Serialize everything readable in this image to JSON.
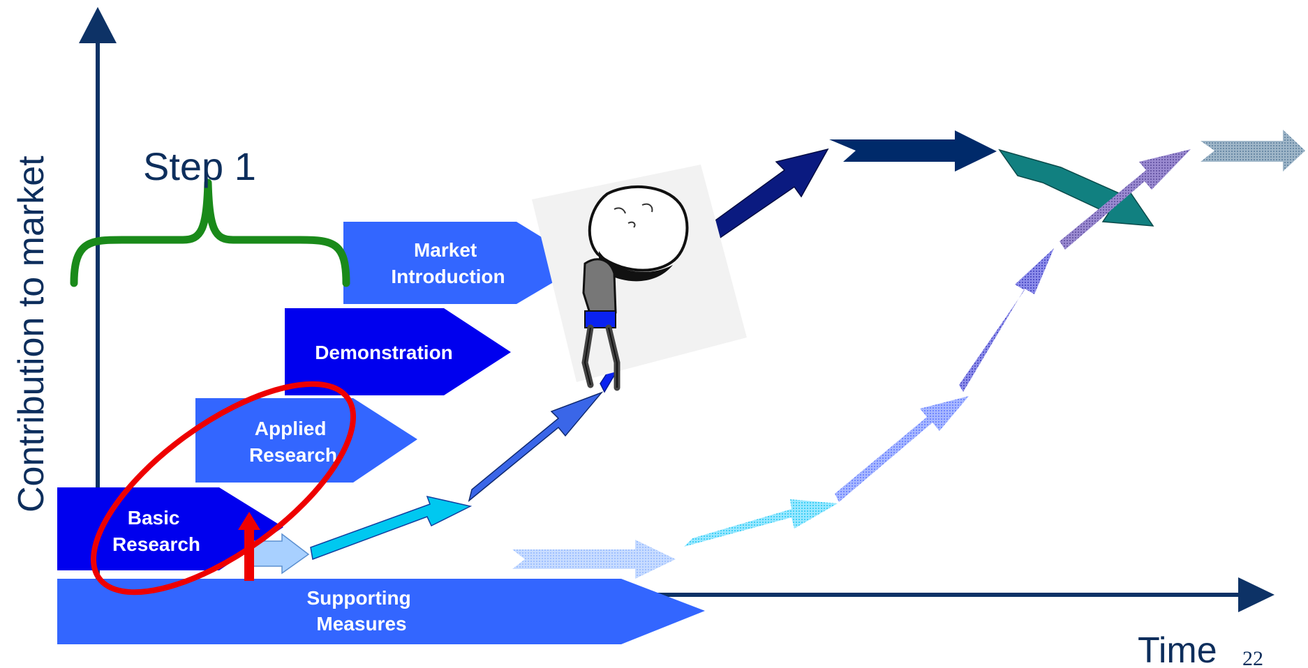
{
  "axes": {
    "y_label": "Contribution to market",
    "x_label": "Time"
  },
  "slide_number": "22",
  "step_label": "Step 1",
  "stages": {
    "basic_research": [
      "Basic",
      "Research"
    ],
    "applied_research": [
      "Applied",
      "Research"
    ],
    "demonstration": [
      "Demonstration"
    ],
    "market_introduction": [
      "Market",
      "Introduction"
    ],
    "supporting_measures": [
      "Supporting",
      "Measures"
    ]
  },
  "colors": {
    "axis": "#0d3266",
    "stage_blue_dark": "#0000ee",
    "stage_blue": "#3366ff",
    "bracket": "#1a8a1a",
    "highlight_ellipse": "#ee0000",
    "arrow_navy": "#002a6a",
    "arrow_teal": "#118080"
  },
  "illustration": {
    "icon": "boulder-pusher-icon"
  }
}
